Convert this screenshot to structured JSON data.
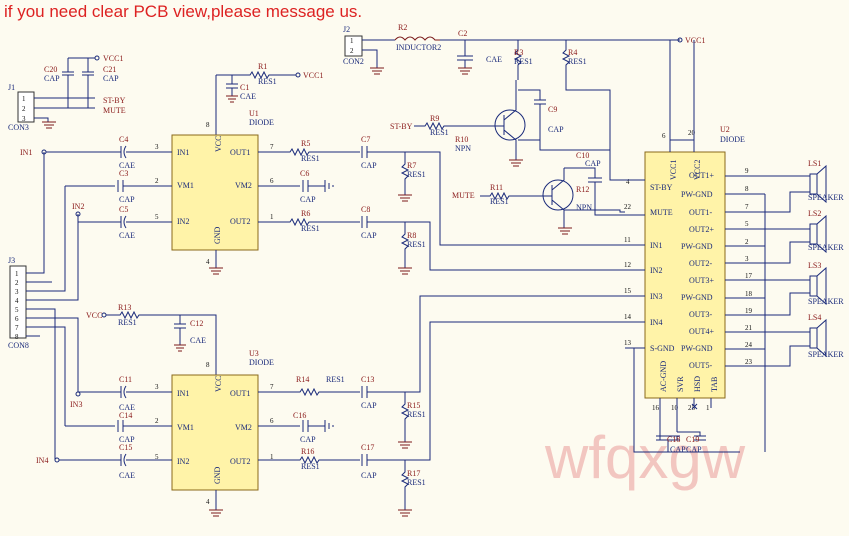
{
  "banner": "if you need clear PCB view,please message us.",
  "watermark": "wfqxgw",
  "colors": {
    "wire": "#1a2a7a",
    "label": "#8a1a1a",
    "ic_fill": "#fff3a8",
    "banner": "#d22222"
  },
  "labels": {
    "j2": "J2",
    "con2": "CON2",
    "r2": "R2",
    "inductor2": "INDUCTOR2",
    "c2": "C2",
    "cae": "CAE",
    "vcc1": "VCC1",
    "r3": "R3",
    "r4": "R4",
    "res1": "RES1",
    "r9": "R9",
    "r10": "R10",
    "npn": "NPN",
    "c9": "C9",
    "cap": "CAP",
    "r11": "R11",
    "r12": "R12",
    "c10": "C10",
    "stby": "ST-BY",
    "mute": "MUTE",
    "j1": "J1",
    "con3": "CON3",
    "c20": "C20",
    "c21": "C21",
    "vcc": "VCC",
    "r1": "R1",
    "c1": "C1",
    "u1": "U1",
    "diode": "DIODE",
    "u2": "U2",
    "u3": "U3",
    "in1": "IN1",
    "in2": "IN2",
    "in3": "IN3",
    "in4": "IN4",
    "j3": "J3",
    "con8": "CON8",
    "c3": "C3",
    "c4": "C4",
    "c5": "C5",
    "c6": "C6",
    "c7": "C7",
    "c8": "C8",
    "r5": "R5",
    "r6": "R6",
    "r7": "R7",
    "r8": "R8",
    "r13": "R13",
    "c12": "C12",
    "c11": "C11",
    "c13": "C13",
    "c14": "C14",
    "c15": "C15",
    "c16": "C16",
    "c17": "C17",
    "r14": "R14",
    "r15": "R15",
    "r16": "R16",
    "r17": "R17",
    "c18": "C18",
    "c19": "C19",
    "ls1": "LS1",
    "ls2": "LS2",
    "ls3": "LS3",
    "ls4": "LS4",
    "speaker": "SPEAKER",
    "pin_in1": "IN1",
    "pin_vm1": "VM1",
    "pin_in2": "IN2",
    "pin_out1": "OUT1",
    "pin_vm2": "VM2",
    "pin_out2": "OUT2",
    "pin_vcc": "VCC",
    "pin_gnd": "GND",
    "u2_stby": "ST-BY",
    "u2_mute": "MUTE",
    "u2_in1": "IN1",
    "u2_in2": "IN2",
    "u2_in3": "IN3",
    "u2_in4": "IN4",
    "u2_sgnd": "S-GND",
    "u2_vcc1": "VCC1",
    "u2_vcc2": "VCC2",
    "u2_acgnd": "AC-GND",
    "u2_svr": "SVR",
    "u2_hsd": "HSD",
    "u2_tab": "TAB",
    "u2_out1p": "OUT1+",
    "u2_pwgnd": "PW-GND",
    "u2_out1m": "OUT1-",
    "u2_out2p": "OUT2+",
    "u2_out2m": "OUT2-",
    "u2_out3p": "OUT3+",
    "u2_out3m": "OUT3-",
    "u2_out4p": "OUT4+",
    "u2_out5m": "OUT5-"
  },
  "pins": {
    "p1": "1",
    "p2": "2",
    "p3": "3",
    "p4": "4",
    "p5": "5",
    "p6": "6",
    "p7": "7",
    "p8": "8",
    "p9": "9",
    "p10": "10",
    "p11": "11",
    "p12": "12",
    "p13": "13",
    "p14": "14",
    "p15": "15",
    "p16": "16",
    "p17": "17",
    "p18": "18",
    "p19": "19",
    "p20": "20",
    "p21": "21",
    "p22": "22",
    "p23": "23",
    "p24": "24",
    "p25": "25"
  }
}
